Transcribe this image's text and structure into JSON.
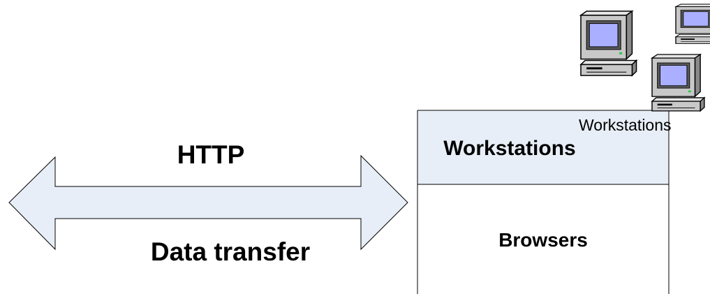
{
  "arrow": {
    "top_label": "HTTP",
    "bottom_label": "Data transfer",
    "fill_color": "#e8eef7"
  },
  "box": {
    "top_label": "Workstations",
    "bottom_label": "Browsers",
    "header_color": "#e8eef7"
  },
  "workstations_caption": "Workstations",
  "computers": [
    {
      "icon": "desktop-computer-icon"
    },
    {
      "icon": "desktop-computer-icon"
    },
    {
      "icon": "desktop-computer-icon"
    }
  ],
  "colors": {
    "screen": "#aab0ff",
    "case": "#c8c8c8",
    "led": "#22cc44"
  }
}
